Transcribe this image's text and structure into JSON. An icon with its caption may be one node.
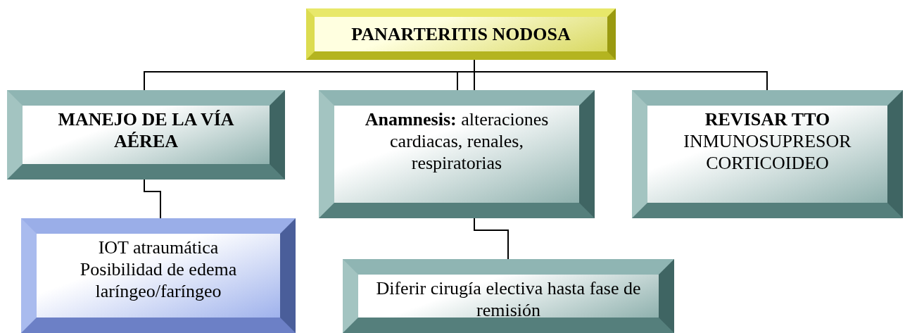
{
  "diagram": {
    "nodes": [
      {
        "text": [
          "PANARTERITIS NODOSA"
        ]
      },
      {
        "text": [
          "MANEJO DE LA VÍA AÉREA"
        ]
      },
      {
        "text": [
          "**Anamnesis:** alteraciones cardiacas, renales, respiratorias"
        ]
      },
      {
        "text": [
          "REVISAR TTO",
          "INMUNOSUPRESOR CORTICOIDEO"
        ]
      },
      {
        "text": [
          "IOT atraumática",
          "Posibilidad de edema laríngeo/faríngeo"
        ]
      },
      {
        "text": [
          "Diferir cirugía electiva hasta fase de remisión"
        ]
      }
    ],
    "edges": [
      {
        "from": 0,
        "to": 1,
        "arrow": "none"
      },
      {
        "from": 0,
        "to": 2,
        "arrow": "none"
      },
      {
        "from": 0,
        "to": 3,
        "arrow": "none"
      },
      {
        "from": 1,
        "to": 4,
        "arrow": "none"
      },
      {
        "from": 2,
        "to": 5,
        "arrow": "none"
      }
    ]
  }
}
